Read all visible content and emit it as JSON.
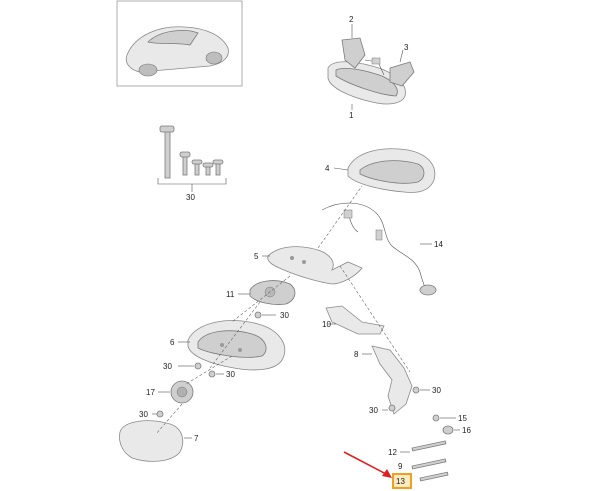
{
  "callouts": [
    {
      "id": "c1",
      "text": "1"
    },
    {
      "id": "c2",
      "text": "2"
    },
    {
      "id": "c3",
      "text": "3"
    },
    {
      "id": "c4",
      "text": "4"
    },
    {
      "id": "c5",
      "text": "5"
    },
    {
      "id": "c6",
      "text": "6"
    },
    {
      "id": "c7",
      "text": "7"
    },
    {
      "id": "c8",
      "text": "8"
    },
    {
      "id": "c9",
      "text": "9"
    },
    {
      "id": "c10",
      "text": "10"
    },
    {
      "id": "c11",
      "text": "11"
    },
    {
      "id": "c12",
      "text": "12"
    },
    {
      "id": "c13",
      "text": "13"
    },
    {
      "id": "c14",
      "text": "14"
    },
    {
      "id": "c15",
      "text": "15"
    },
    {
      "id": "c16",
      "text": "16"
    },
    {
      "id": "c17",
      "text": "17"
    },
    {
      "id": "c30",
      "text": "30"
    }
  ],
  "colors": {
    "highlight_box": "#f0a020",
    "arrow": "#e02020"
  }
}
